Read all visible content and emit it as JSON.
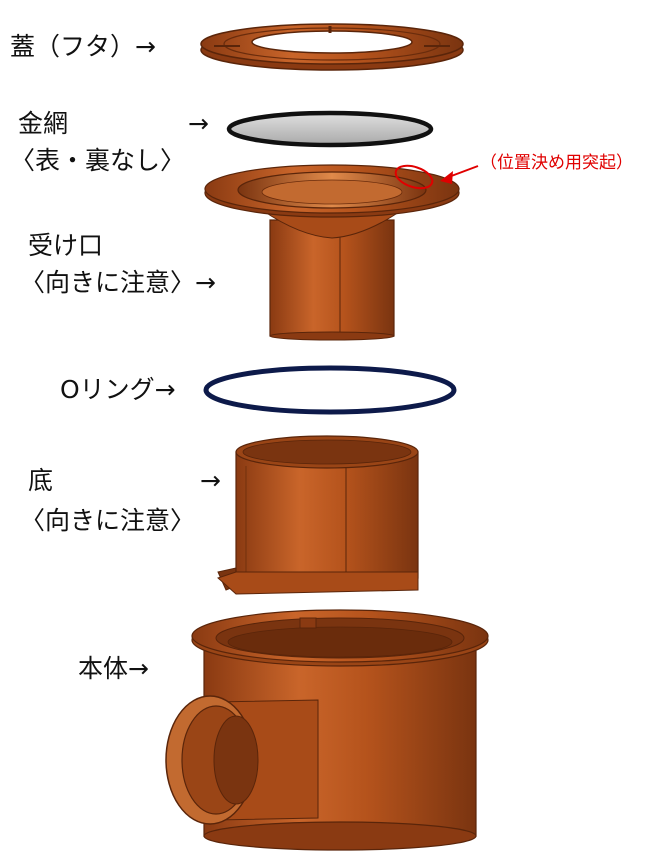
{
  "labels": {
    "lid": "蓋（フタ）→",
    "mesh_name": "金網",
    "mesh_arrow": "→",
    "mesh_note": "〈表・裏なし〉",
    "protrusion_note": "（位置決め用突起）",
    "receiver_name": "受け口",
    "receiver_note": "〈向きに注意〉→",
    "oring": "Oリング→",
    "bottom_name": "底",
    "bottom_arrow": "→",
    "bottom_note": "〈向きに注意〉",
    "body": "本体→"
  },
  "colors": {
    "part_base": "#b5531c",
    "part_dark": "#7a3410",
    "part_light": "#d77a3c",
    "mesh_fill": "#c9c9c9",
    "oring": "#0d1a4a",
    "accent": "#e00000"
  }
}
